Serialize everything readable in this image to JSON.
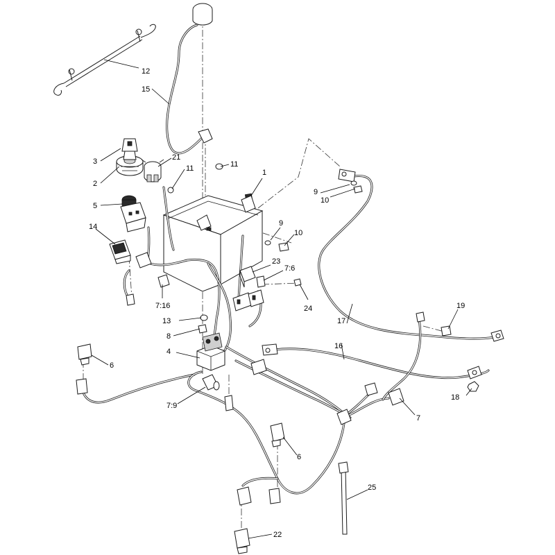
{
  "callouts": [
    "12",
    "15",
    "3",
    "21",
    "11",
    "11",
    "1",
    "2",
    "5",
    "14",
    "9",
    "10",
    "9",
    "10",
    "23",
    "7:6",
    "7:16",
    "24",
    "19",
    "13",
    "17",
    "8",
    "16",
    "4",
    "6",
    "18",
    "7:9",
    "7",
    "6",
    "25",
    "22"
  ]
}
